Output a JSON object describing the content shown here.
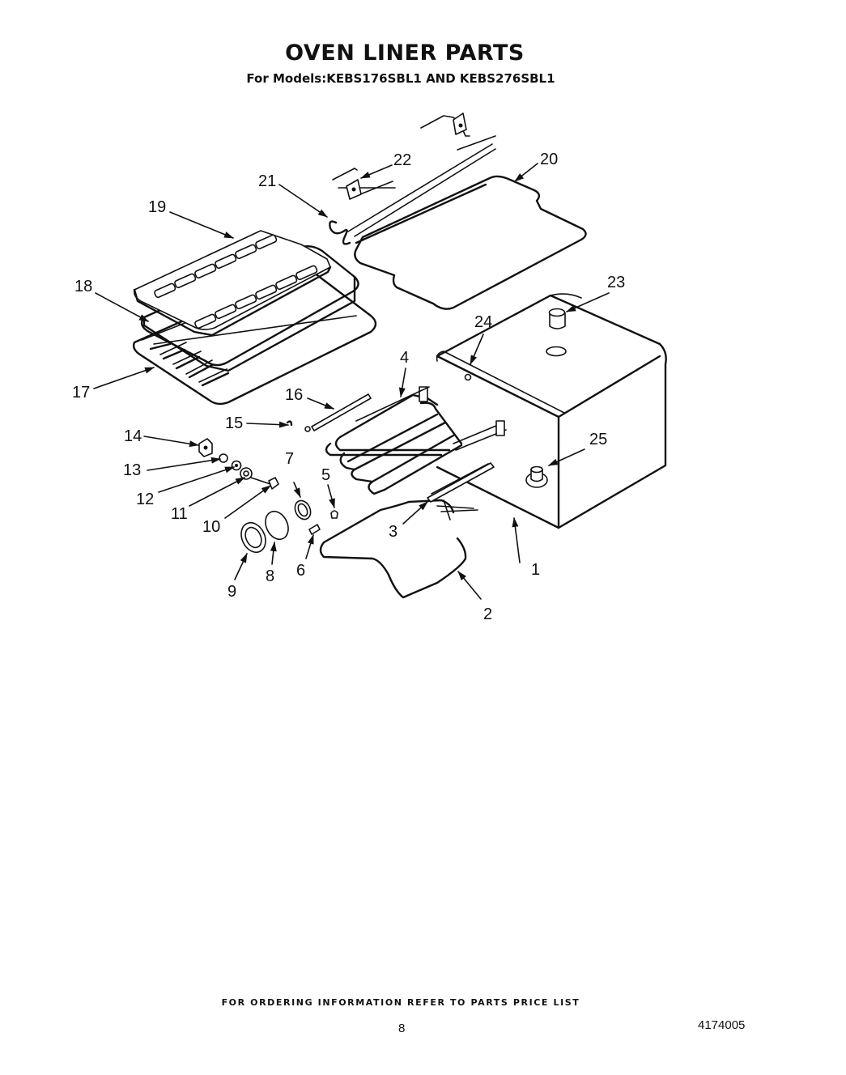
{
  "header": {
    "title": "OVEN LINER PARTS",
    "subtitle": "For Models:KEBS176SBL1  AND  KEBS276SBL1"
  },
  "callouts": [
    "1",
    "2",
    "3",
    "4",
    "5",
    "6",
    "7",
    "8",
    "9",
    "10",
    "11",
    "12",
    "13",
    "14",
    "15",
    "16",
    "17",
    "18",
    "19",
    "20",
    "21",
    "22",
    "23",
    "24",
    "25"
  ],
  "footer": {
    "ordering_note": "FOR ORDERING INFORMATION REFER TO PARTS PRICE LIST",
    "page_number": "8",
    "document_number": "4174005"
  }
}
